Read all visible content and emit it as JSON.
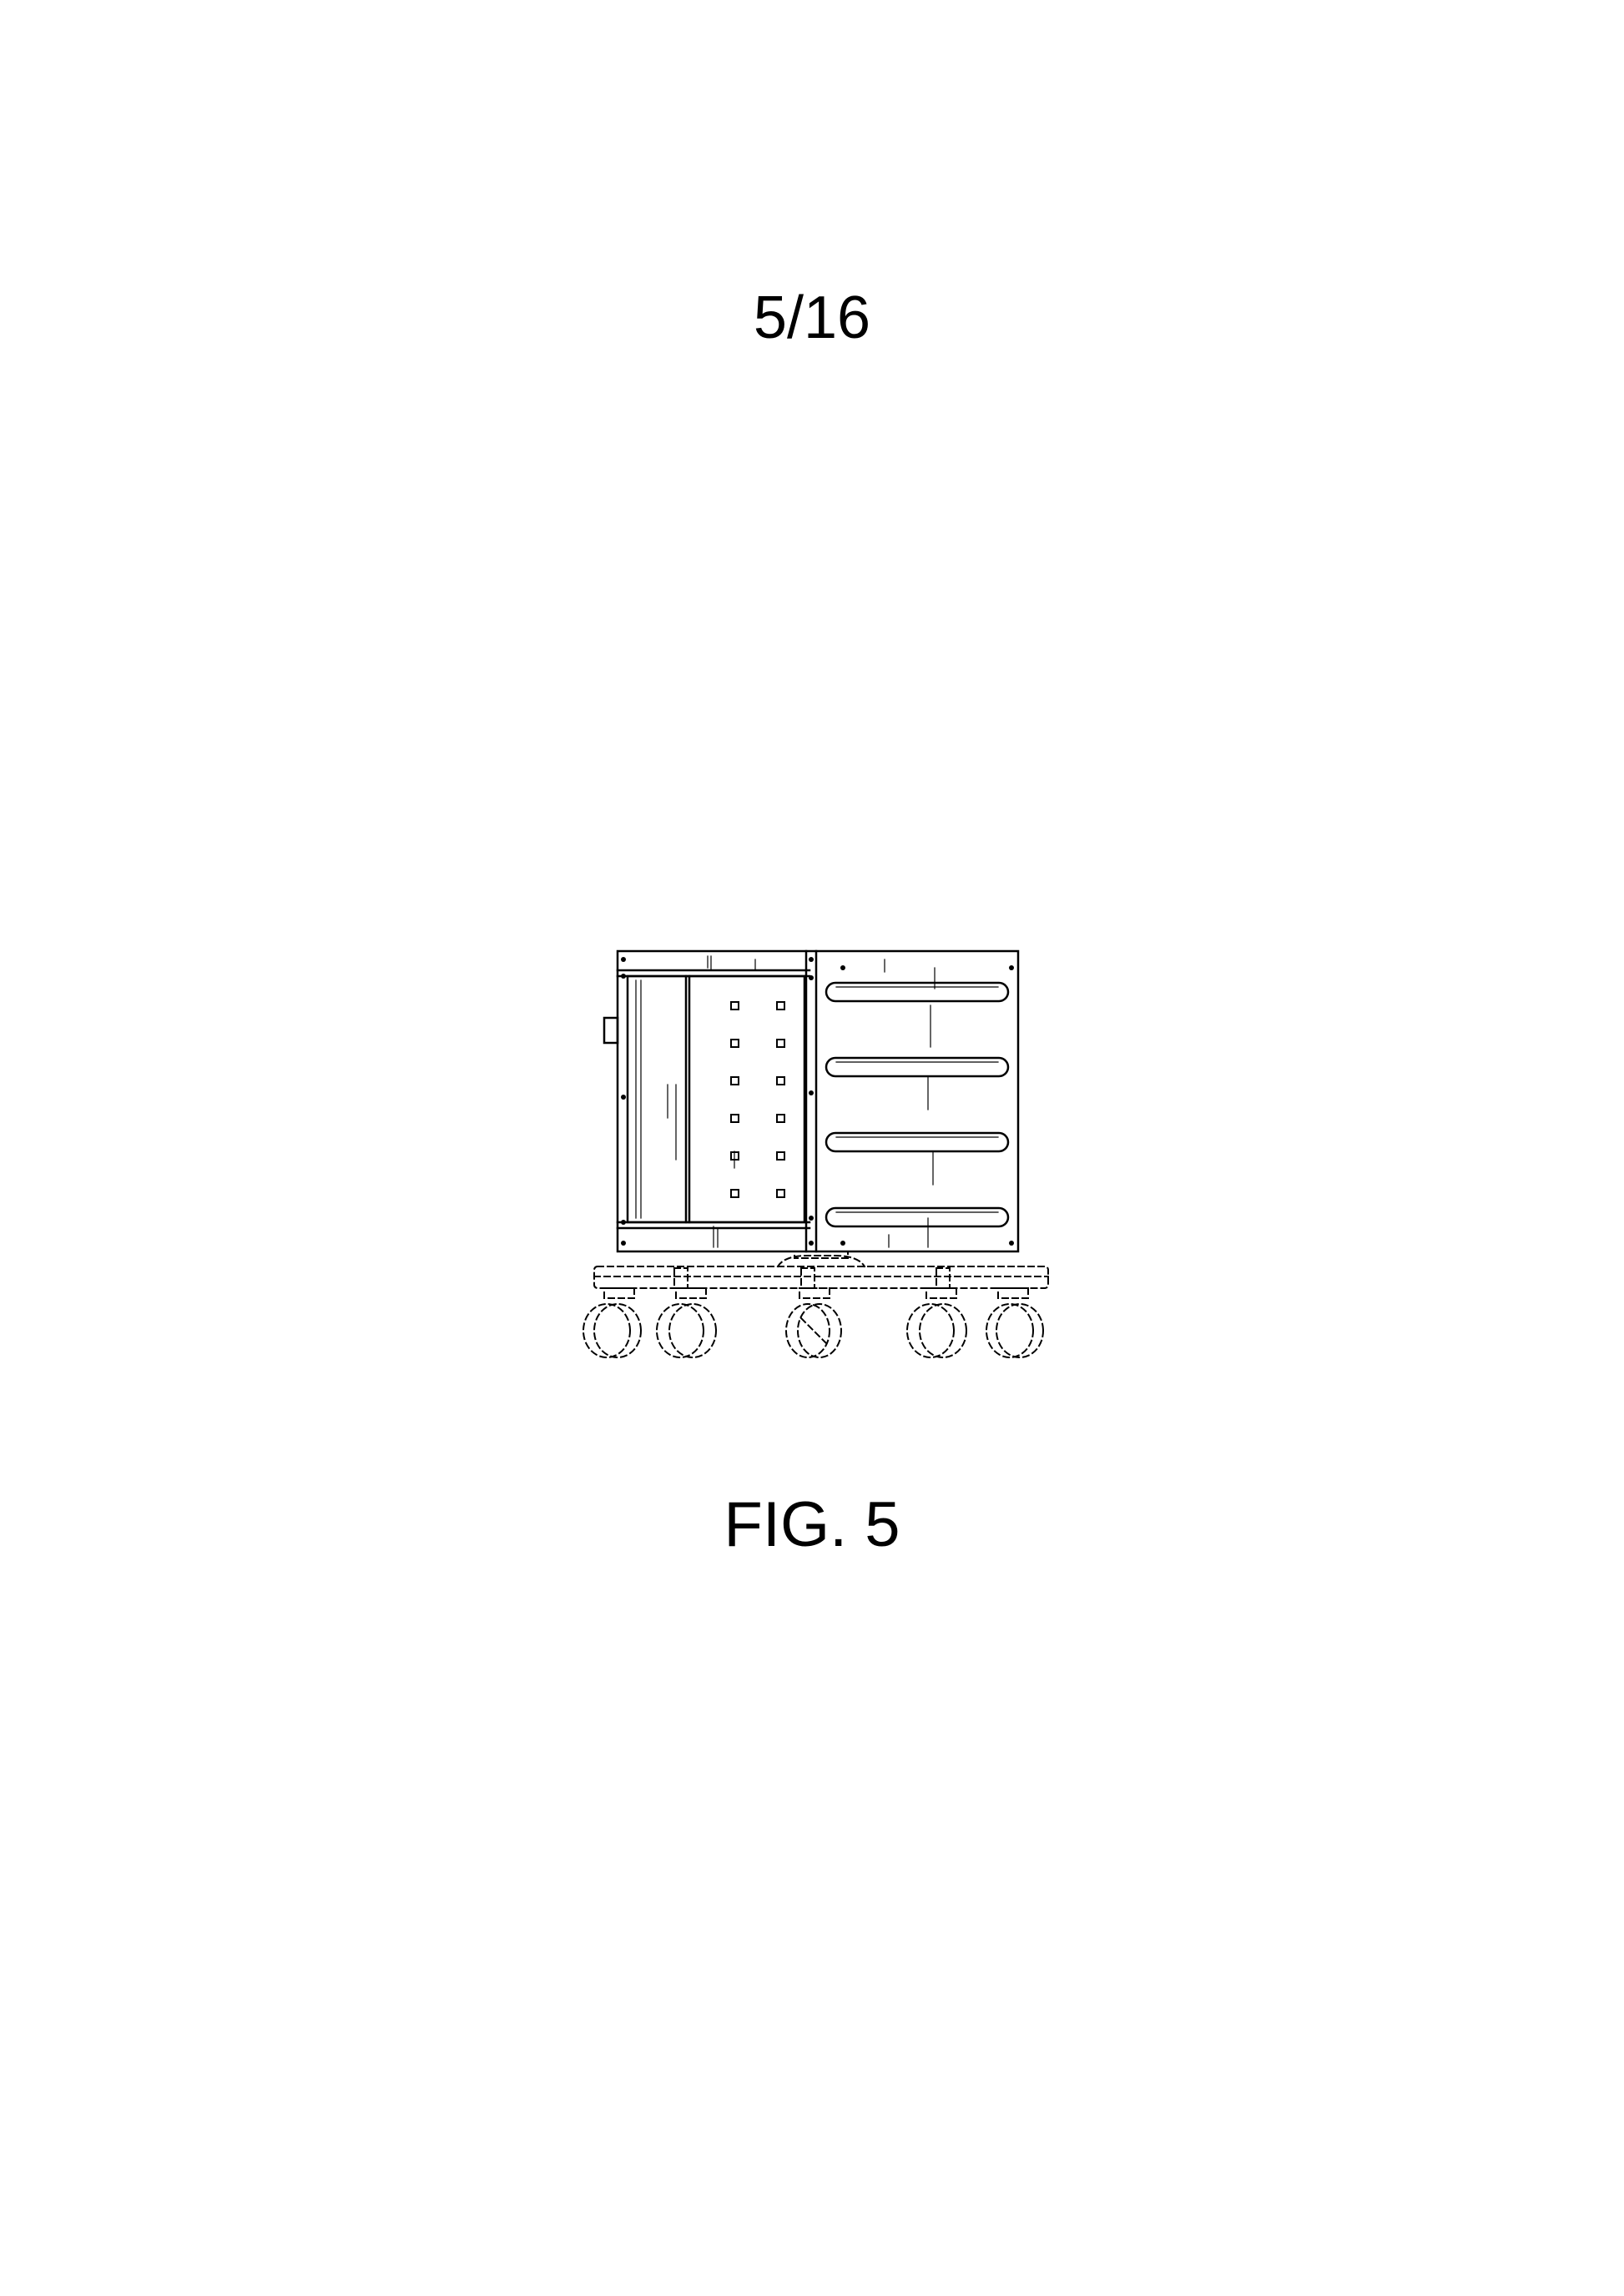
{
  "page": {
    "sheet_number": "5/16",
    "figure_label": "FIG. 5"
  },
  "drawing": {
    "subject": "mobile-cabinet-front-elevation",
    "line_color": "#000000",
    "background": "#ffffff"
  }
}
